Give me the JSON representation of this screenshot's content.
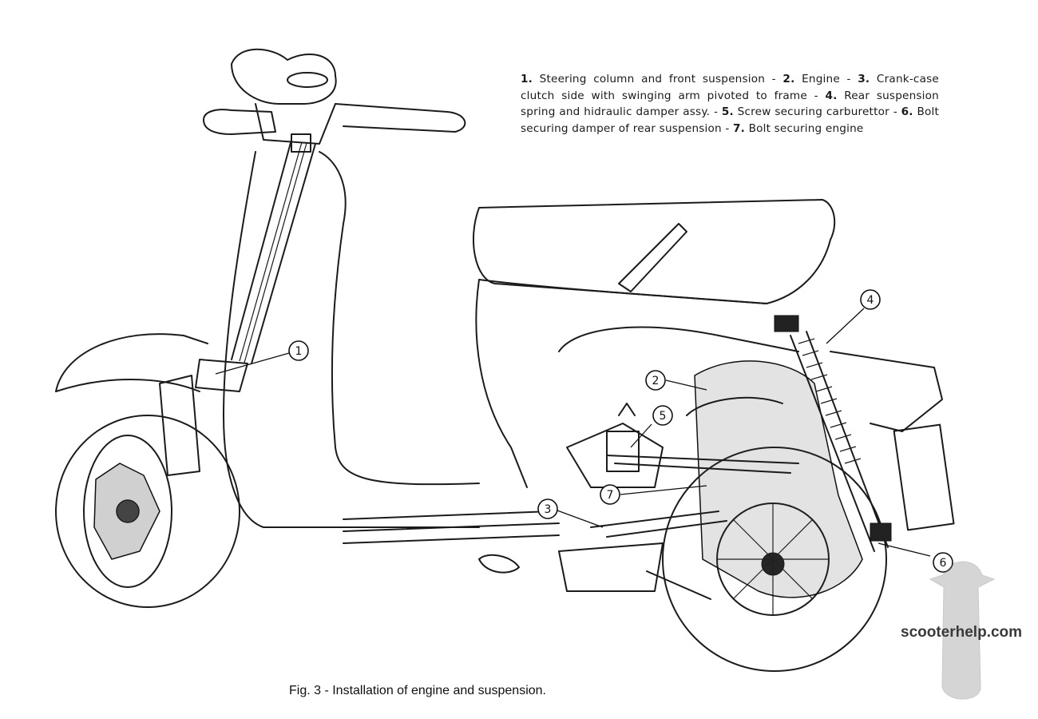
{
  "legend": [
    {
      "num": "1.",
      "text": " Steering column and front suspension - "
    },
    {
      "num": "2.",
      "text": " Engine - "
    },
    {
      "num": "3.",
      "text": " Crank-case clutch side with swinging arm pivoted to frame - "
    },
    {
      "num": "4.",
      "text": " Rear suspension spring and hidraulic damper assy. - "
    },
    {
      "num": "5.",
      "text": " Screw securing carburettor - "
    },
    {
      "num": "6.",
      "text": " Bolt securing damper of rear suspension - "
    },
    {
      "num": "7.",
      "text": " Bolt securing engine"
    }
  ],
  "callouts": [
    "1",
    "2",
    "3",
    "4",
    "5",
    "6",
    "7"
  ],
  "caption": "Fig. 3 - Installation of engine and suspension.",
  "watermark": "scooterhelp.com"
}
